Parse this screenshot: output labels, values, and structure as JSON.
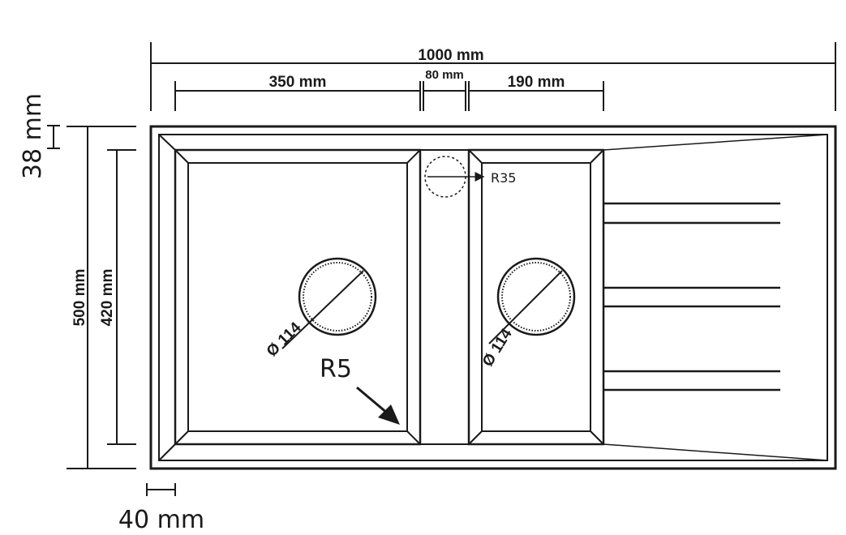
{
  "dimensions": {
    "overall_width": "1000 mm",
    "left_bowl_width": "350 mm",
    "divider_width": "80 mm",
    "right_bowl_width": "190 mm",
    "overall_depth": "500 mm",
    "bowl_depth": "420 mm",
    "top_rim": "38 mm",
    "side_rim": "40 mm"
  },
  "annotations": {
    "left_drain_diameter": "Ø 114",
    "right_drain_diameter": "Ø 114",
    "tap_hole_radius": "R35",
    "corner_radius": "R5"
  },
  "colors": {
    "line": "#1a1a1a",
    "background": "#ffffff"
  }
}
